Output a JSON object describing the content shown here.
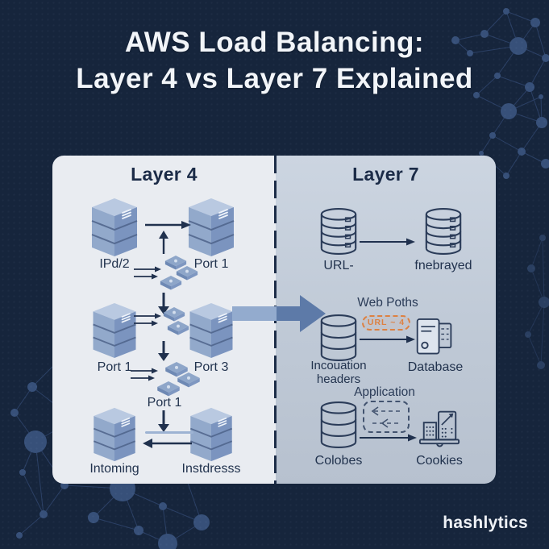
{
  "title": {
    "line1": "AWS Load Balancing:",
    "line2": "Layer 4 vs Layer 7 Explained"
  },
  "watermark": {
    "brand": "hashlytics"
  },
  "colors": {
    "background": "#16253c",
    "panel_left": "#e9ecf1",
    "panel_right": "#c4cedb",
    "accent_orange": "#dd8142",
    "server_blue": "#8ba3c7",
    "arrow_dark": "#20314e"
  },
  "layer4": {
    "header": "Layer 4",
    "labels": {
      "node_top_left": "IPd/2",
      "node_top_right": "Port 1",
      "node_mid_left": "Port 1",
      "node_mid_right": "Port 3",
      "packet_group": "Port 1",
      "node_bottom_left": "Intoming",
      "node_bottom_right": "Instdresss"
    }
  },
  "layer7": {
    "header": "Layer 7",
    "labels": {
      "node_top_left": "URL-",
      "node_top_right": "fnebrayed",
      "section_mid": "Web Poths",
      "node_mid_left_line1": "Incouation",
      "node_mid_left_line2": "headers",
      "badge": "URL ~ 4",
      "node_mid_right": "Database",
      "section_bottom": "Application",
      "node_bottom_left": "Colobes",
      "node_bottom_right": "Cookies"
    }
  }
}
